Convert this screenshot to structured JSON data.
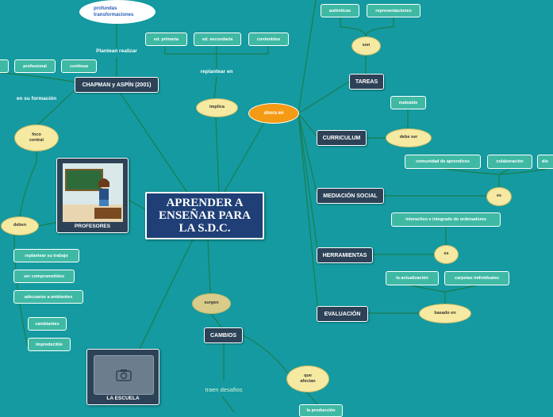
{
  "root": {
    "title": "APRENDER A ENSEÑAR PARA LA S.D.C."
  },
  "cards": {
    "profesores": "PROFESORES",
    "escuela": "LA ESCUELA"
  },
  "dark_nodes": {
    "chapman": "CHAPMAN y ASPÍN (2001)",
    "tareas": "TAREAS",
    "curriculum": "CURRICULUM",
    "mediacion": "MEDIACIÓN SOCIAL",
    "herramientas": "HERRAMIENTAS",
    "evaluacion": "EVALUACIÓN",
    "cambios": "CAMBIOS"
  },
  "ovals": {
    "implica": "implica",
    "ahora_en": "ahora en",
    "son": "son",
    "debe_ser": "debe ser",
    "es_med": "es",
    "es_herr": "es",
    "basado_en": "basado en",
    "surgen": "surgen",
    "que_afectan": "que afectan",
    "foco_central": "foco central",
    "deben": "deben"
  },
  "plain_labels": {
    "plantean": "Plantean realizar",
    "replantear": "replantear en",
    "en_su_formacion": "en su formación",
    "traen_desafios": "traen desafios"
  },
  "cloud": {
    "text": "profundas transformaciones"
  },
  "leaves": {
    "autenticas": "auténticas",
    "representaciones": "representaciones",
    "ed_primaria": "ed. primaria",
    "ed_secundaria": "ed. secundaria",
    "contenidos": "contenidos",
    "profesional": "profesional",
    "continua": "continua",
    "maleable": "maleable",
    "comunidad": "comunidad de aprendices",
    "colaboracion": "colaboración",
    "dis": "dis",
    "interactivo": "interactivo e integrado de ordenadores",
    "actualizacion": "la actualización",
    "carpetas": "carpetas individuales",
    "replantear_trabajo": "replantear su trabajo",
    "comprometidos": "ser comprometidos",
    "adecuarse": "adecuarse a ambientes",
    "cambiantes": "cambiantes",
    "impredecible": "impredecible",
    "produccion": "la producción"
  }
}
